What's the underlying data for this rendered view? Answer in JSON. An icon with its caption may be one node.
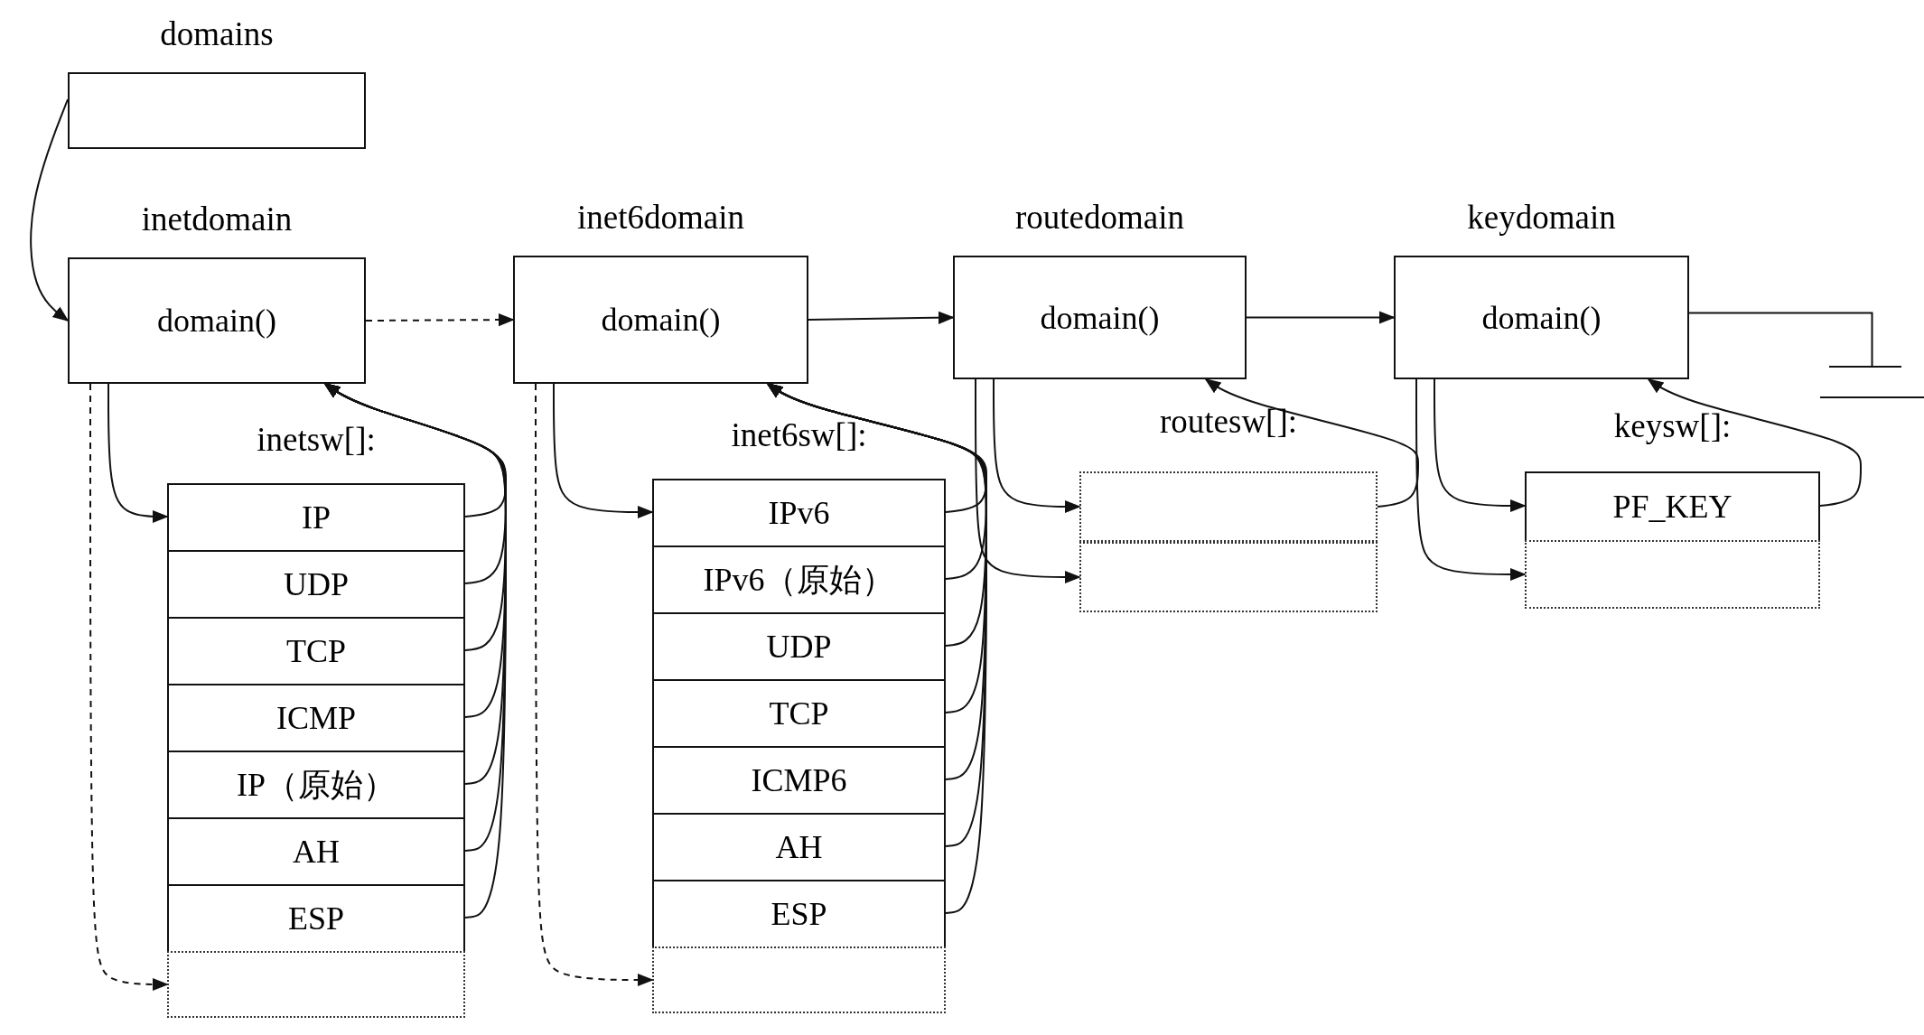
{
  "diagram": {
    "nodes": [
      {
        "text": [
          "domains"
        ]
      },
      {
        "text": [
          "inetdomain",
          "domain()"
        ]
      },
      {
        "text": [
          "inet6domain",
          "domain()"
        ]
      },
      {
        "text": [
          "routedomain",
          "domain()"
        ]
      },
      {
        "text": [
          "keydomain",
          "domain()"
        ]
      },
      {
        "text": [],
        "shape": "ground"
      },
      {
        "text": [
          "inetsw[]:"
        ]
      },
      {
        "text": [
          "IP"
        ],
        "in": 6
      },
      {
        "text": [
          "UDP"
        ],
        "in": 6
      },
      {
        "text": [
          "TCP"
        ],
        "in": 6
      },
      {
        "text": [
          "ICMP"
        ],
        "in": 6
      },
      {
        "text": [
          "IP（原始）"
        ],
        "in": 6
      },
      {
        "text": [
          "AH"
        ],
        "in": 6
      },
      {
        "text": [
          "ESP"
        ],
        "in": 6
      },
      {
        "text": [],
        "shape": "box",
        "in": 6
      },
      {
        "text": [
          "inet6sw[]:"
        ]
      },
      {
        "text": [
          "IPv6"
        ],
        "in": 15
      },
      {
        "text": [
          "IPv6（原始）"
        ],
        "in": 15
      },
      {
        "text": [
          "UDP"
        ],
        "in": 15
      },
      {
        "text": [
          "TCP"
        ],
        "in": 15
      },
      {
        "text": [
          "ICMP6"
        ],
        "in": 15
      },
      {
        "text": [
          "AH"
        ],
        "in": 15
      },
      {
        "text": [
          "ESP"
        ],
        "in": 15
      },
      {
        "text": [],
        "shape": "box",
        "in": 15
      },
      {
        "text": [
          "routesw[]:"
        ]
      },
      {
        "text": [],
        "shape": "box",
        "in": 24
      },
      {
        "text": [],
        "shape": "box",
        "in": 24
      },
      {
        "text": [
          "keysw[]:"
        ]
      },
      {
        "text": [
          "PF_KEY"
        ],
        "in": 27
      },
      {
        "text": [],
        "shape": "box",
        "in": 27
      }
    ],
    "edges": [
      {
        "from": 0,
        "to": 1,
        "arrow": "to"
      },
      {
        "from": 1,
        "to": 2,
        "arrow": "to",
        "style": "dashed"
      },
      {
        "from": 2,
        "to": 3,
        "arrow": "to"
      },
      {
        "from": 3,
        "to": 4,
        "arrow": "to"
      },
      {
        "from": 4,
        "to": 5,
        "arrow": "none"
      },
      {
        "from": 1,
        "to": 7,
        "arrow": "to"
      },
      {
        "from": 1,
        "to": 14,
        "arrow": "to",
        "style": "dashed"
      },
      {
        "from": 7,
        "to": 1,
        "arrow": "to"
      },
      {
        "from": 8,
        "to": 1,
        "arrow": "to"
      },
      {
        "from": 9,
        "to": 1,
        "arrow": "to"
      },
      {
        "from": 10,
        "to": 1,
        "arrow": "to"
      },
      {
        "from": 11,
        "to": 1,
        "arrow": "to"
      },
      {
        "from": 12,
        "to": 1,
        "arrow": "to"
      },
      {
        "from": 13,
        "to": 1,
        "arrow": "to"
      },
      {
        "from": 2,
        "to": 16,
        "arrow": "to"
      },
      {
        "from": 2,
        "to": 23,
        "arrow": "to",
        "style": "dashed"
      },
      {
        "from": 16,
        "to": 2,
        "arrow": "to"
      },
      {
        "from": 17,
        "to": 2,
        "arrow": "to"
      },
      {
        "from": 18,
        "to": 2,
        "arrow": "to"
      },
      {
        "from": 19,
        "to": 2,
        "arrow": "to"
      },
      {
        "from": 20,
        "to": 2,
        "arrow": "to"
      },
      {
        "from": 21,
        "to": 2,
        "arrow": "to"
      },
      {
        "from": 22,
        "to": 2,
        "arrow": "to"
      },
      {
        "from": 3,
        "to": 25,
        "arrow": "to"
      },
      {
        "from": 3,
        "to": 26,
        "arrow": "to"
      },
      {
        "from": 25,
        "to": 3,
        "arrow": "to"
      },
      {
        "from": 4,
        "to": 28,
        "arrow": "to"
      },
      {
        "from": 4,
        "to": 29,
        "arrow": "to"
      },
      {
        "from": 28,
        "to": 4,
        "arrow": "to"
      }
    ]
  }
}
